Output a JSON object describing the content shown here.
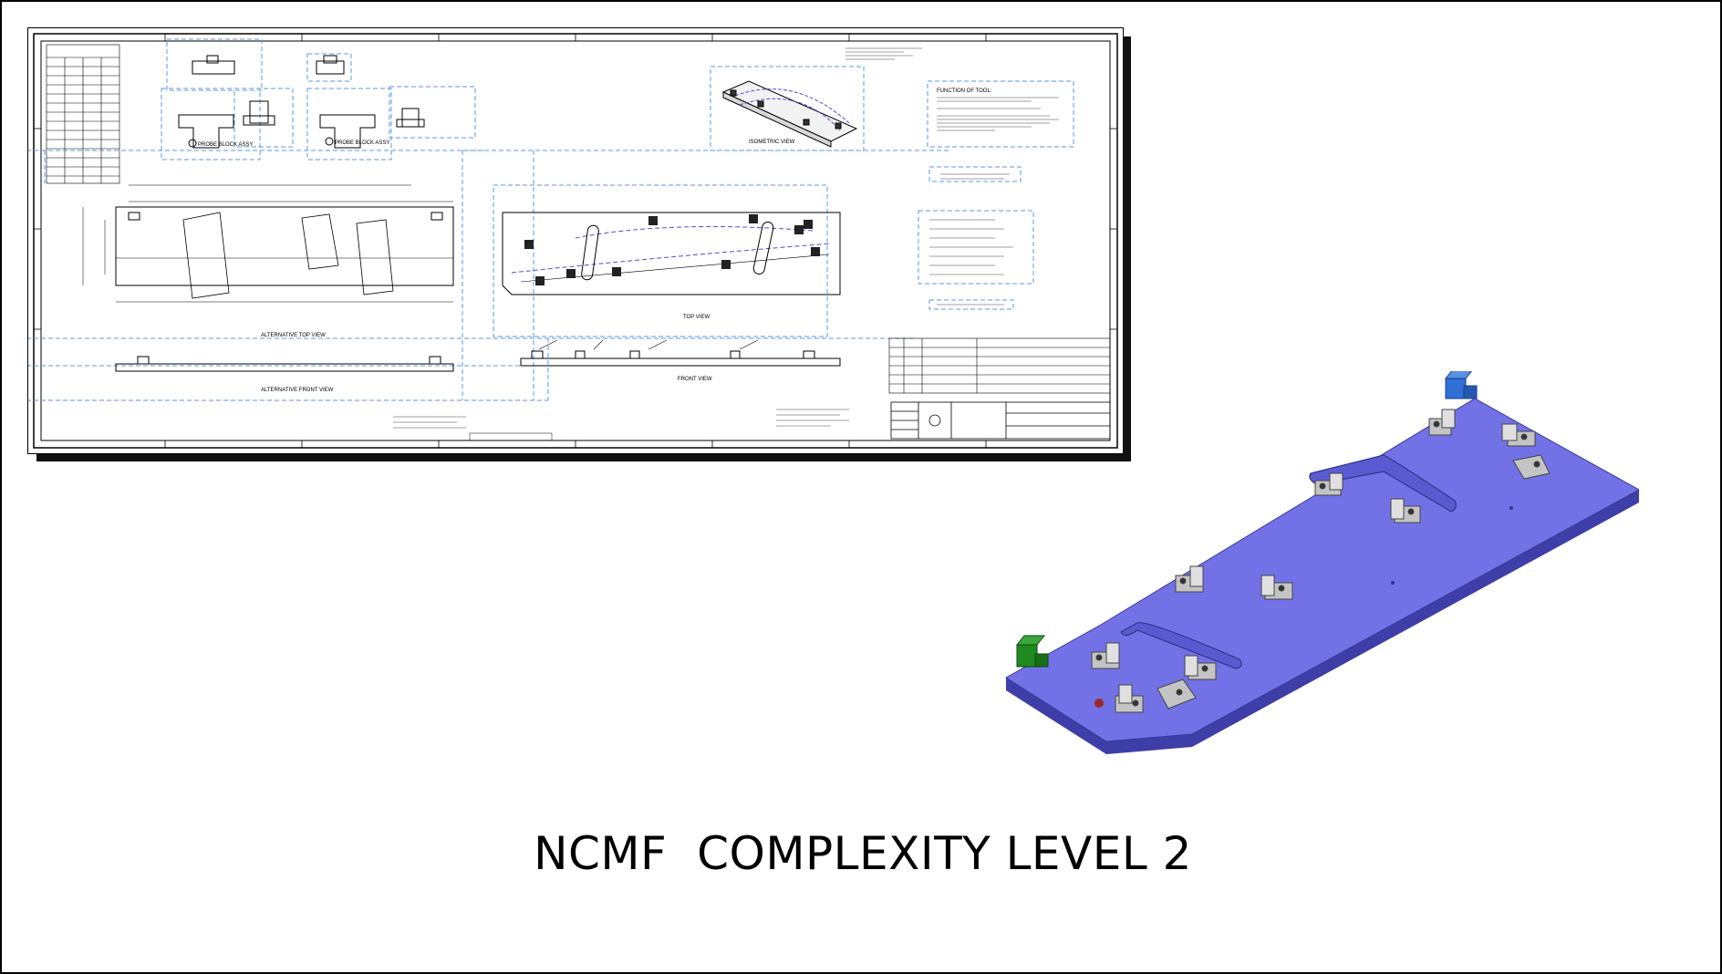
{
  "slide": {
    "title": "NCMF  COMPLEXITY LEVEL 2"
  },
  "drawing": {
    "labels": {
      "probe_block_1": "PROBE BLOCK ASSY",
      "probe_block_2": "PROBE BLOCK ASSY",
      "isometric_view": "ISOMETRIC VIEW",
      "function_of_tool": "FUNCTION OF TOOL:",
      "top_view": "TOP VIEW",
      "front_view": "FRONT VIEW",
      "alt_top_view": "ALTERNATIVE TOP VIEW",
      "alt_front_view": "ALTERNATIVE FRONT VIEW"
    }
  },
  "model": {
    "plate_color": "#7272e6",
    "clamp_color": "#b8b8b8",
    "locator_blue": "#2f6fd6",
    "locator_green": "#1f8a1f"
  }
}
